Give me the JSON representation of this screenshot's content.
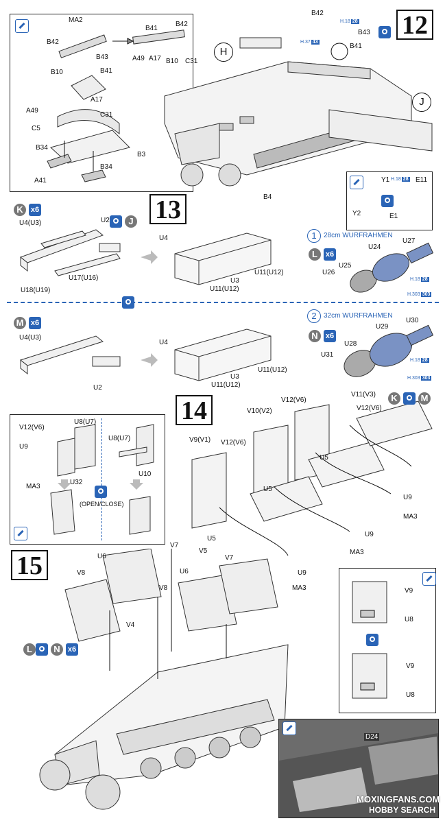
{
  "steps": {
    "s12": "12",
    "s13": "13",
    "s14": "14",
    "s15": "15"
  },
  "step12": {
    "inset_labels": [
      "MA2",
      "B42",
      "B41",
      "B42",
      "B43",
      "A49",
      "A17",
      "B10",
      "C31",
      "B10",
      "B41",
      "A17",
      "A49",
      "C31",
      "C5",
      "B34",
      "A41",
      "B34"
    ],
    "callout_H": "H",
    "callout_J": "J",
    "top_labels": [
      "B42",
      "B43",
      "B41"
    ],
    "hull_labels": [
      "B3",
      "B4"
    ],
    "color_chips": [
      {
        "code": "H.18",
        "num": "28"
      },
      {
        "code": "H.37",
        "num": "43"
      }
    ],
    "sub_inset_labels": [
      "Y1",
      "E11",
      "Y2",
      "E1"
    ],
    "sub_chip": {
      "code": "H.18",
      "num": "28"
    }
  },
  "step13": {
    "top_frame": {
      "badge": "K",
      "mult": "x6",
      "labels": [
        "U4(U3)",
        "U2",
        "U17(U16)",
        "U18(U19)"
      ],
      "alt_badge": "J"
    },
    "top_frame_result": [
      "U4",
      "U3",
      "U11(U12)",
      "U11(U12)"
    ],
    "bottom_frame": {
      "badge": "M",
      "mult": "x6",
      "labels": [
        "U4(U3)",
        "U2"
      ]
    },
    "bottom_frame_result": [
      "U4",
      "U3",
      "U11(U12)",
      "U11(U12)"
    ]
  },
  "wurf1": {
    "num": "1",
    "title": "28cm WURFRAHMEN",
    "badge": "L",
    "mult": "x6",
    "labels": [
      "U24",
      "U27",
      "U25",
      "U26"
    ],
    "chips": [
      {
        "code": "H.18",
        "num": "28"
      },
      {
        "code": "H.303",
        "num": "303"
      }
    ]
  },
  "wurf2": {
    "num": "2",
    "title": "32cm WURFRAHMEN",
    "badge": "N",
    "mult": "x6",
    "labels": [
      "U29",
      "U30",
      "U28",
      "U31"
    ],
    "chips": [
      {
        "code": "H.18",
        "num": "28"
      },
      {
        "code": "H.303",
        "num": "303"
      }
    ]
  },
  "step14": {
    "inset_labels": [
      "V12(V6)",
      "U8(U7)",
      "U9",
      "MA3",
      "U32",
      "U8(U7)",
      "U10"
    ],
    "open_close": "(OPEN/CLOSE)",
    "main_labels": [
      "V11(V3)",
      "V12(V6)",
      "V10(V2)",
      "V12(V6)",
      "V9(V1)",
      "V12(V6)",
      "U5",
      "U5",
      "U5",
      "U9",
      "U9",
      "U9",
      "MA3",
      "MA3",
      "MA3"
    ],
    "badges": [
      "K",
      "M"
    ]
  },
  "step15": {
    "labels": [
      "V7",
      "U6",
      "V5",
      "V7",
      "V8",
      "U6",
      "V8",
      "V4"
    ],
    "badges": {
      "left": "L",
      "right": "N",
      "mult": "x6"
    },
    "detail_labels": [
      "V9",
      "U8",
      "V9",
      "U8"
    ],
    "photo_label": "D24"
  },
  "watermark": {
    "line1": "MOXINGFANS.COM",
    "line2": "HOBBY SEARCH"
  }
}
